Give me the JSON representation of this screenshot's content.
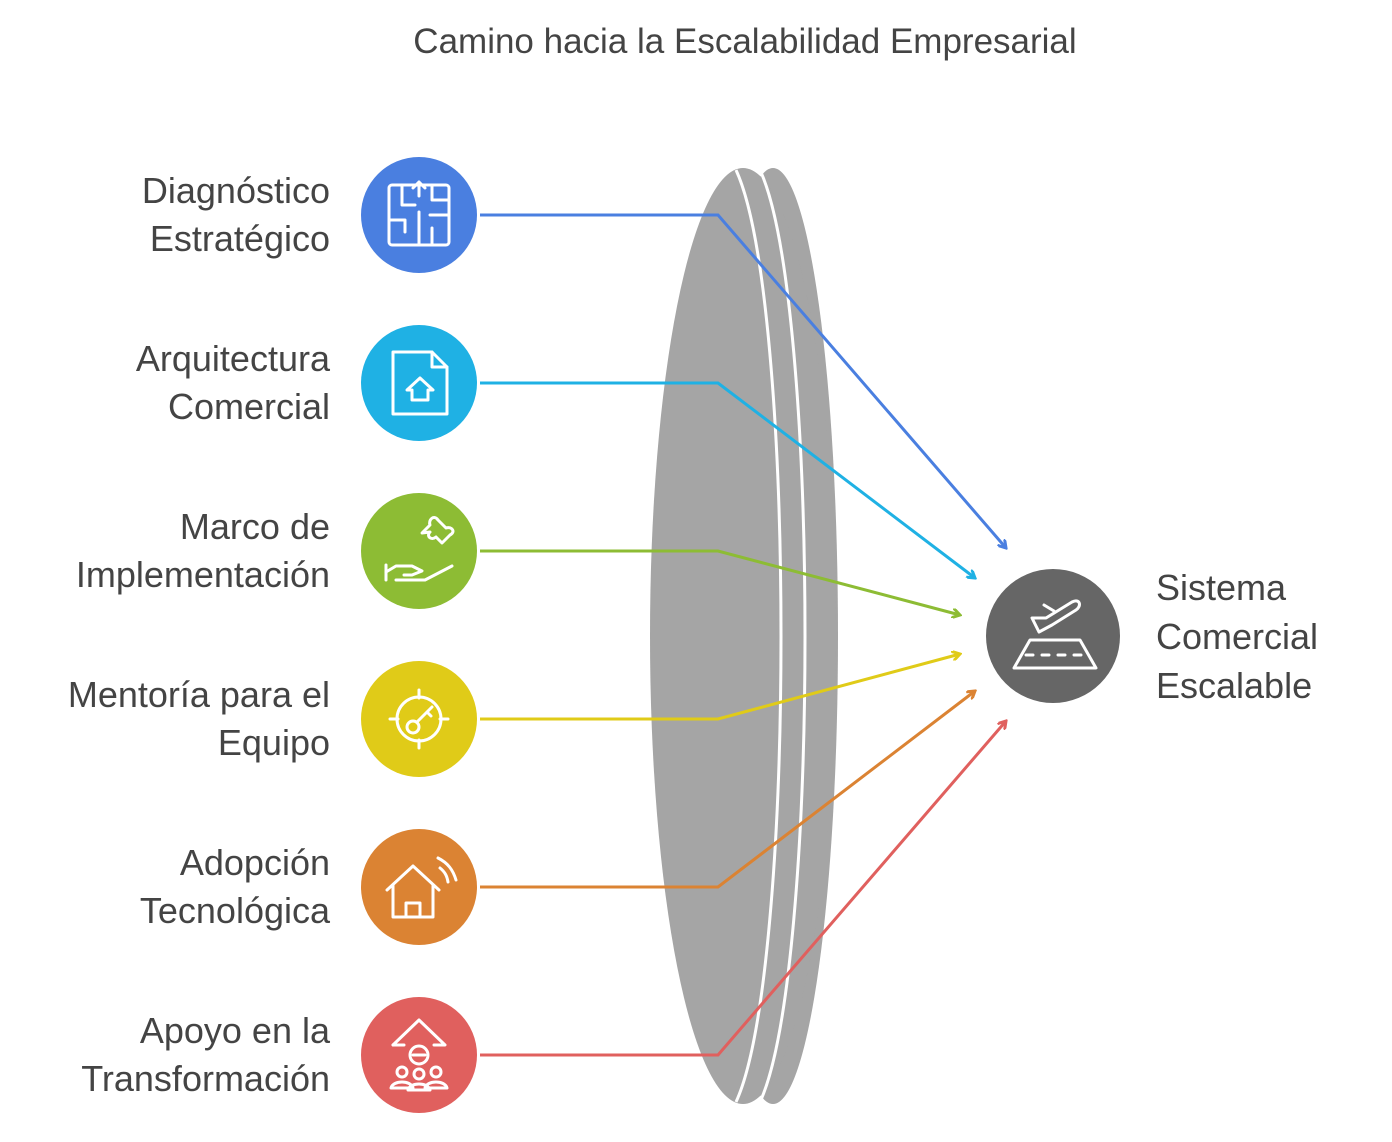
{
  "title": "Camino hacia la Escalabilidad Empresarial",
  "inputs": [
    {
      "line1": "Diagnóstico",
      "line2": "Estratégico",
      "color": "#4A7FE0",
      "icon": "maze-icon"
    },
    {
      "line1": "Arquitectura",
      "line2": "Comercial",
      "color": "#1FB1E4",
      "icon": "house-document-icon"
    },
    {
      "line1": "Marco de",
      "line2": "Implementación",
      "color": "#8DBC34",
      "icon": "puzzle-hand-icon"
    },
    {
      "line1": "Mentoría para el",
      "line2": "Equipo",
      "color": "#E0CB18",
      "icon": "target-key-icon"
    },
    {
      "line1": "Adopción",
      "line2": "Tecnológica",
      "color": "#DB8333",
      "icon": "smart-home-icon"
    },
    {
      "line1": "Apoyo en la",
      "line2": "Transformación",
      "color": "#E0605E",
      "icon": "team-growth-icon"
    }
  ],
  "output": {
    "line1": "Sistema",
    "line2": "Comercial",
    "line3": "Escalable",
    "color": "#666666",
    "icon": "airplane-runway-icon"
  },
  "lens": {
    "color": "#A5A5A5"
  }
}
